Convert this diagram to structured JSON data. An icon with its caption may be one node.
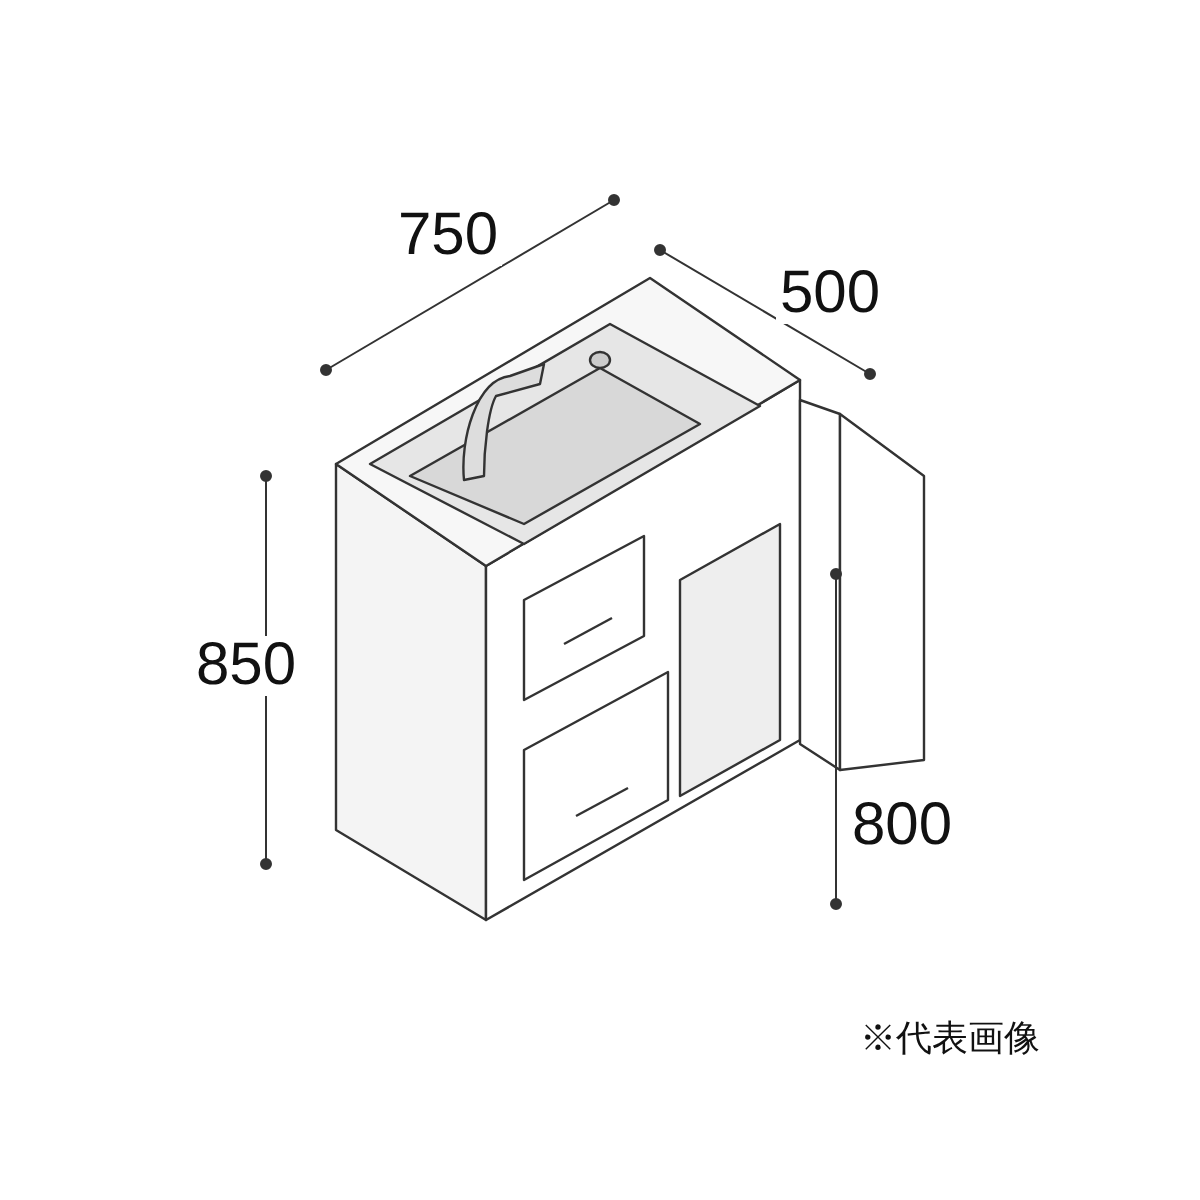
{
  "diagram": {
    "labels": [
      "750",
      "500",
      "850",
      "800",
      "※代表画像"
    ]
  }
}
